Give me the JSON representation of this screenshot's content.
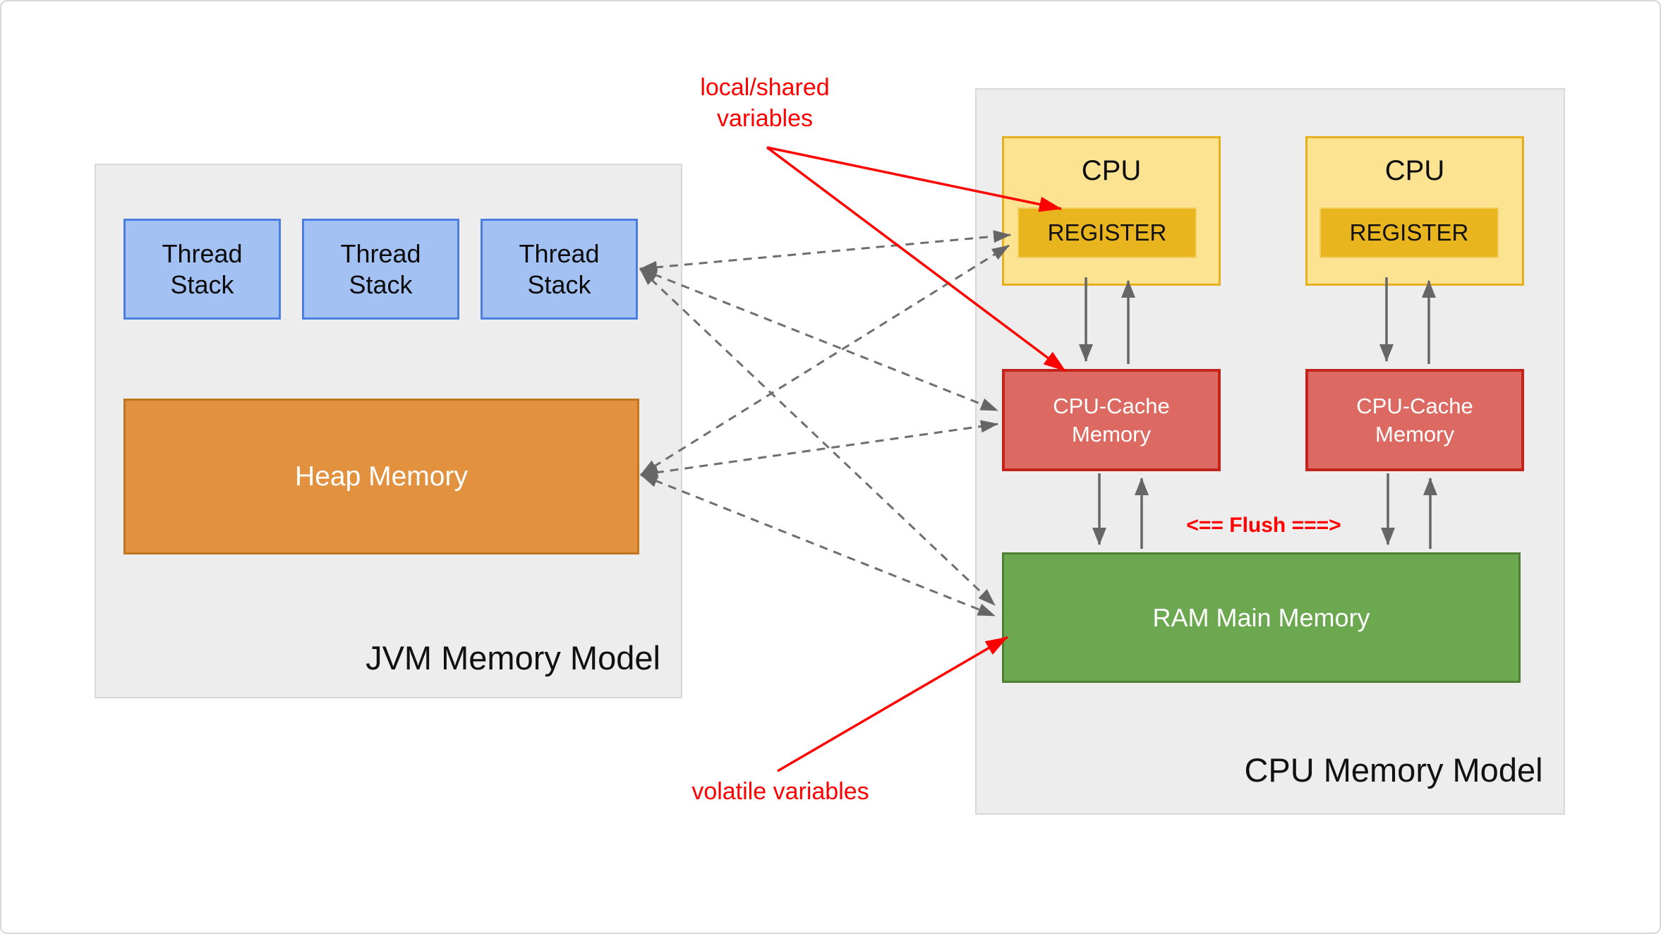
{
  "diagram": {
    "jvm_panel": {
      "title": "JVM Memory Model",
      "thread_stacks": [
        {
          "label": "Thread\nStack"
        },
        {
          "label": "Thread\nStack"
        },
        {
          "label": "Thread\nStack"
        }
      ],
      "heap": {
        "label": "Heap Memory"
      }
    },
    "cpu_panel": {
      "title": "CPU Memory Model",
      "cpus": [
        {
          "label": "CPU",
          "register": "REGISTER"
        },
        {
          "label": "CPU",
          "register": "REGISTER"
        }
      ],
      "caches": [
        {
          "label": "CPU-Cache\nMemory"
        },
        {
          "label": "CPU-Cache\nMemory"
        }
      ],
      "ram": {
        "label": "RAM Main Memory"
      }
    },
    "annotations": {
      "local_shared": "local/shared\nvariables",
      "volatile": "volatile variables",
      "flush": "<== Flush ===>"
    },
    "colors": {
      "panel_fill": "#EDEDED",
      "panel_border": "#D9D9D9",
      "thread_stack_fill": "#A3C1F2",
      "thread_stack_border": "#4A7FE1",
      "heap_fill": "#E2923E",
      "heap_border": "#C0761F",
      "cpu_fill": "#FBE392",
      "cpu_border": "#E5AF1E",
      "register_fill": "#E9B51F",
      "cache_fill": "#DC6A62",
      "cache_border": "#C3241C",
      "ram_fill": "#6BA84F",
      "ram_border": "#4F7F33",
      "dashed_arrow": "#6E6E6E",
      "solid_arrow": "#666666",
      "annotation_red": "#FF0000"
    }
  }
}
